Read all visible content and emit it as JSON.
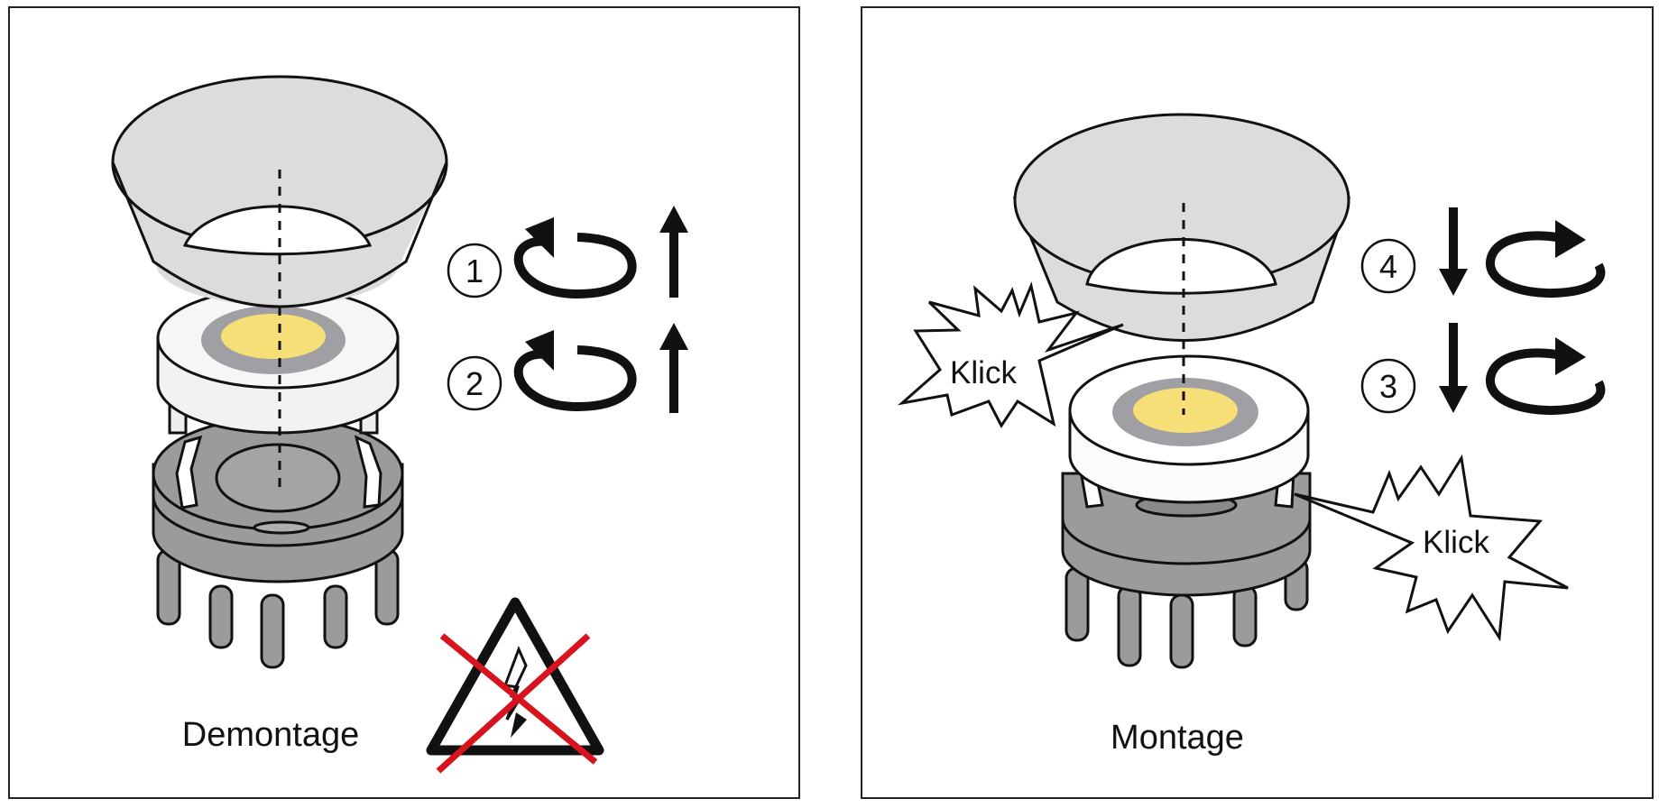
{
  "left_panel": {
    "caption": "Demontage",
    "steps": [
      {
        "number": "1",
        "rotation": "counterclockwise",
        "motion": "up"
      },
      {
        "number": "2",
        "rotation": "counterclockwise",
        "motion": "up"
      }
    ],
    "warning": "no-live-work-symbol"
  },
  "right_panel": {
    "caption": "Montage",
    "steps": [
      {
        "number": "4",
        "rotation": "clockwise",
        "motion": "down"
      },
      {
        "number": "3",
        "rotation": "clockwise",
        "motion": "down"
      }
    ],
    "callouts": [
      {
        "text": "Klick"
      },
      {
        "text": "Klick"
      }
    ]
  },
  "colors": {
    "reflector_grey": "#dcdcdd",
    "housing_grey": "#9b9b9b",
    "led_ring_grey": "#a0a0a4",
    "led_yellow": "#f7df78",
    "warning_red": "#d7141e",
    "outline": "#111111"
  }
}
